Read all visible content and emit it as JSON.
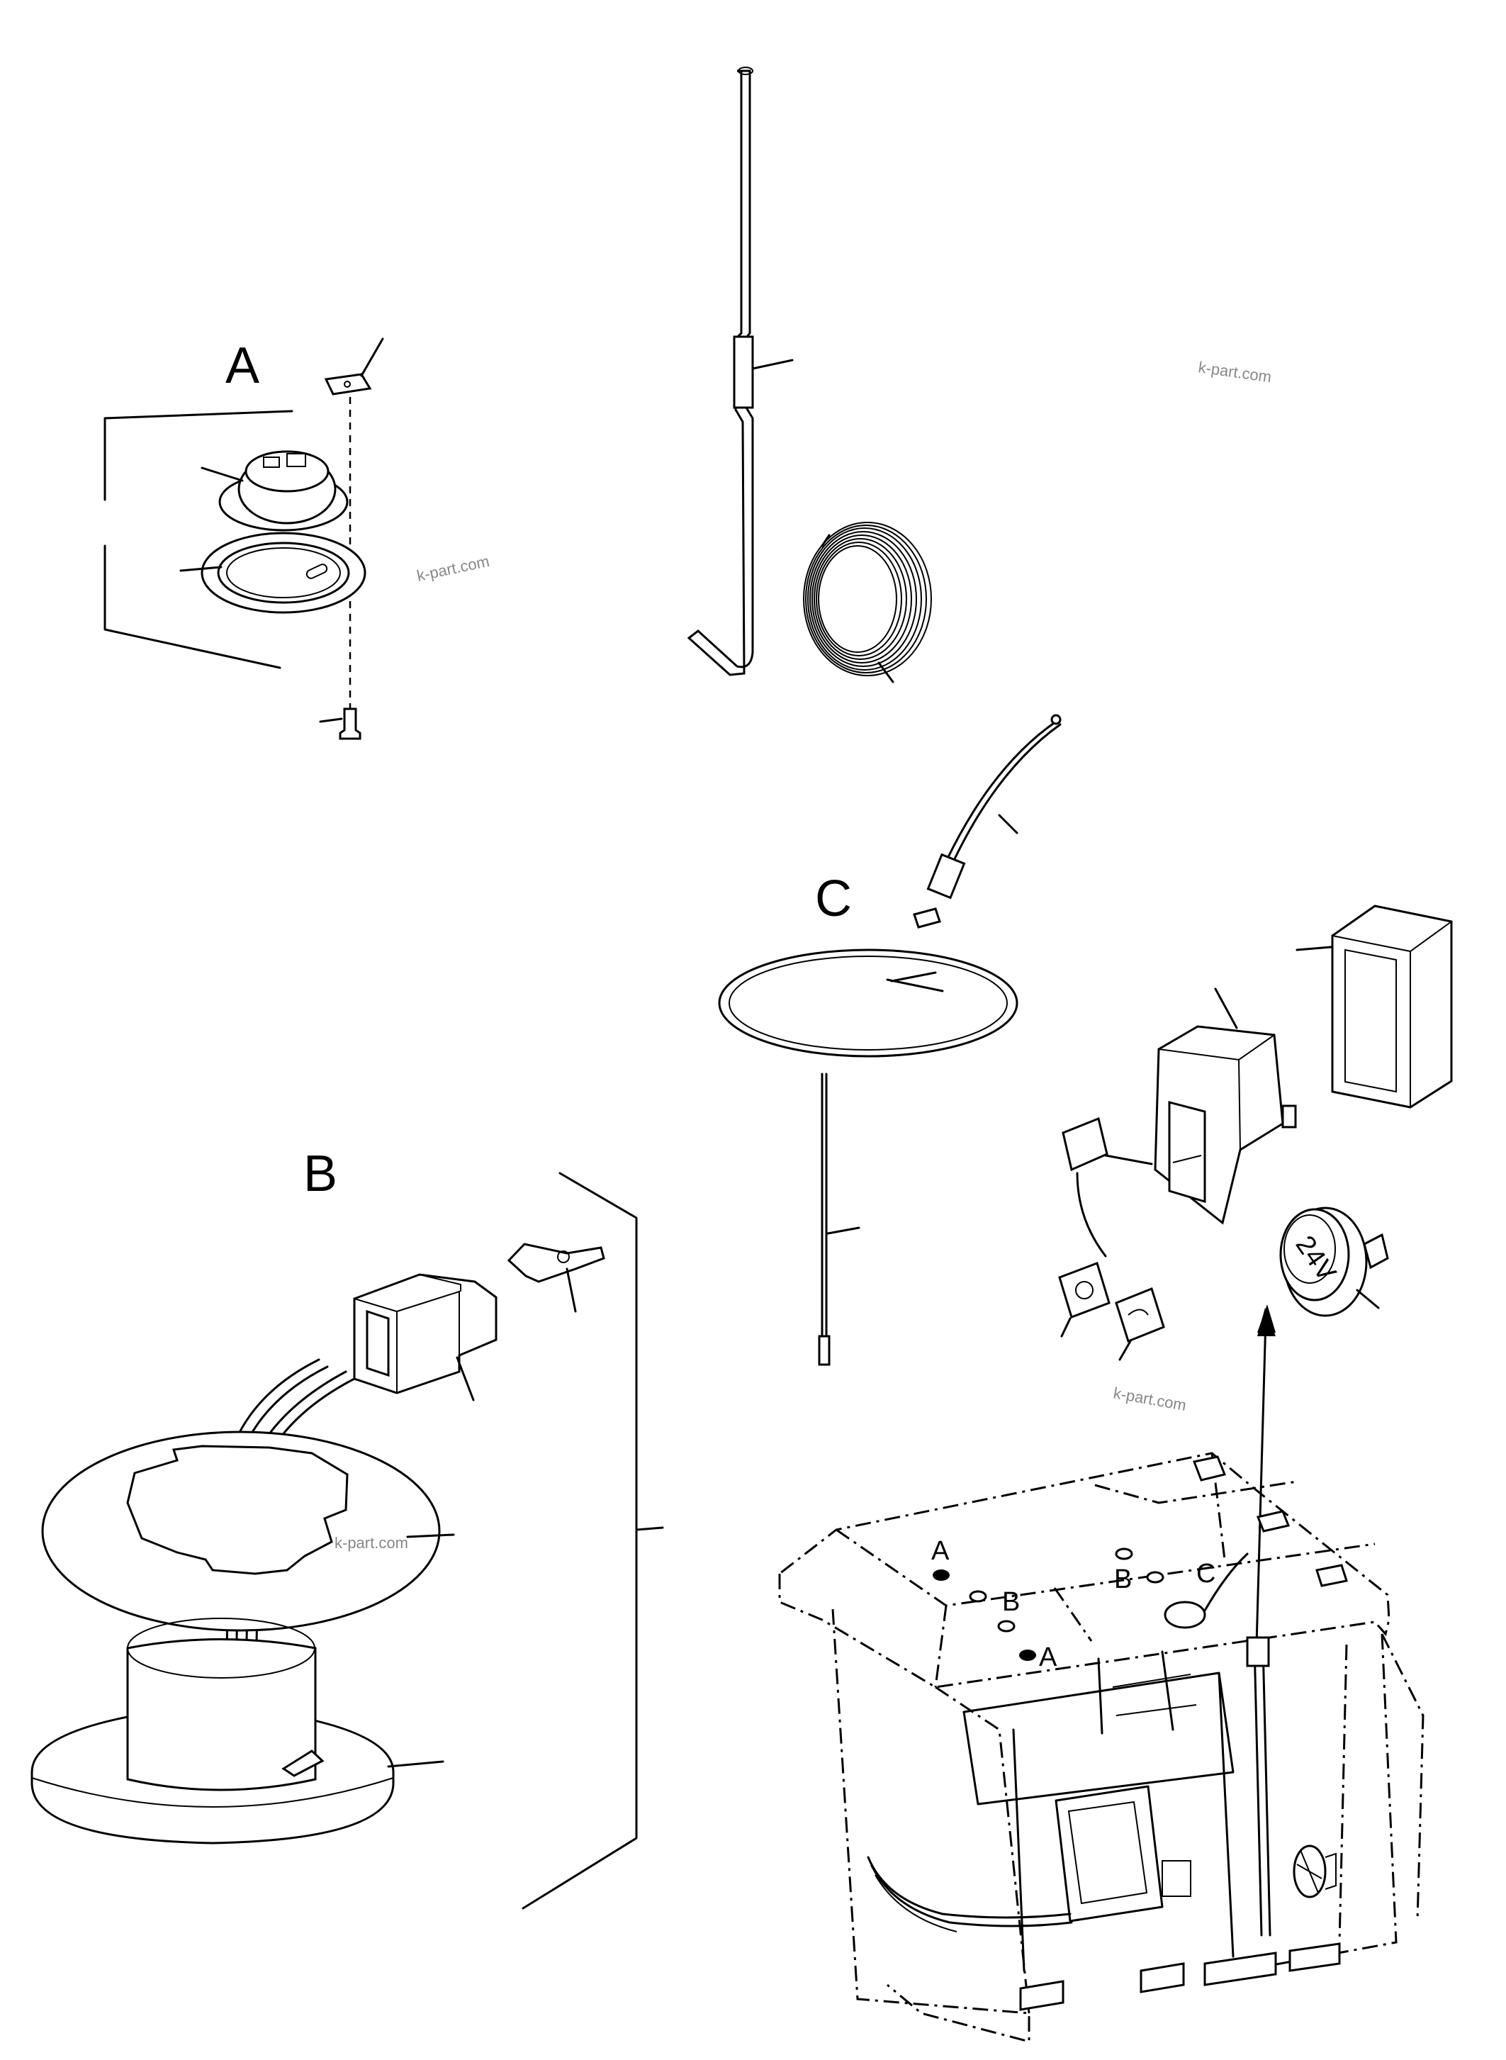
{
  "labels": {
    "group_a": "A",
    "group_b": "B",
    "group_c": "C"
  },
  "cab_markers": {
    "a_top": "A",
    "a_front": "A",
    "b_left": "B",
    "b_right": "B",
    "c": "C"
  },
  "parts": {
    "radio_knob_text": "24V"
  },
  "watermarks": {
    "w1": "k-part.com",
    "w2": "k-part.com",
    "w3": "k-part.com",
    "w4": "k-part.com"
  }
}
